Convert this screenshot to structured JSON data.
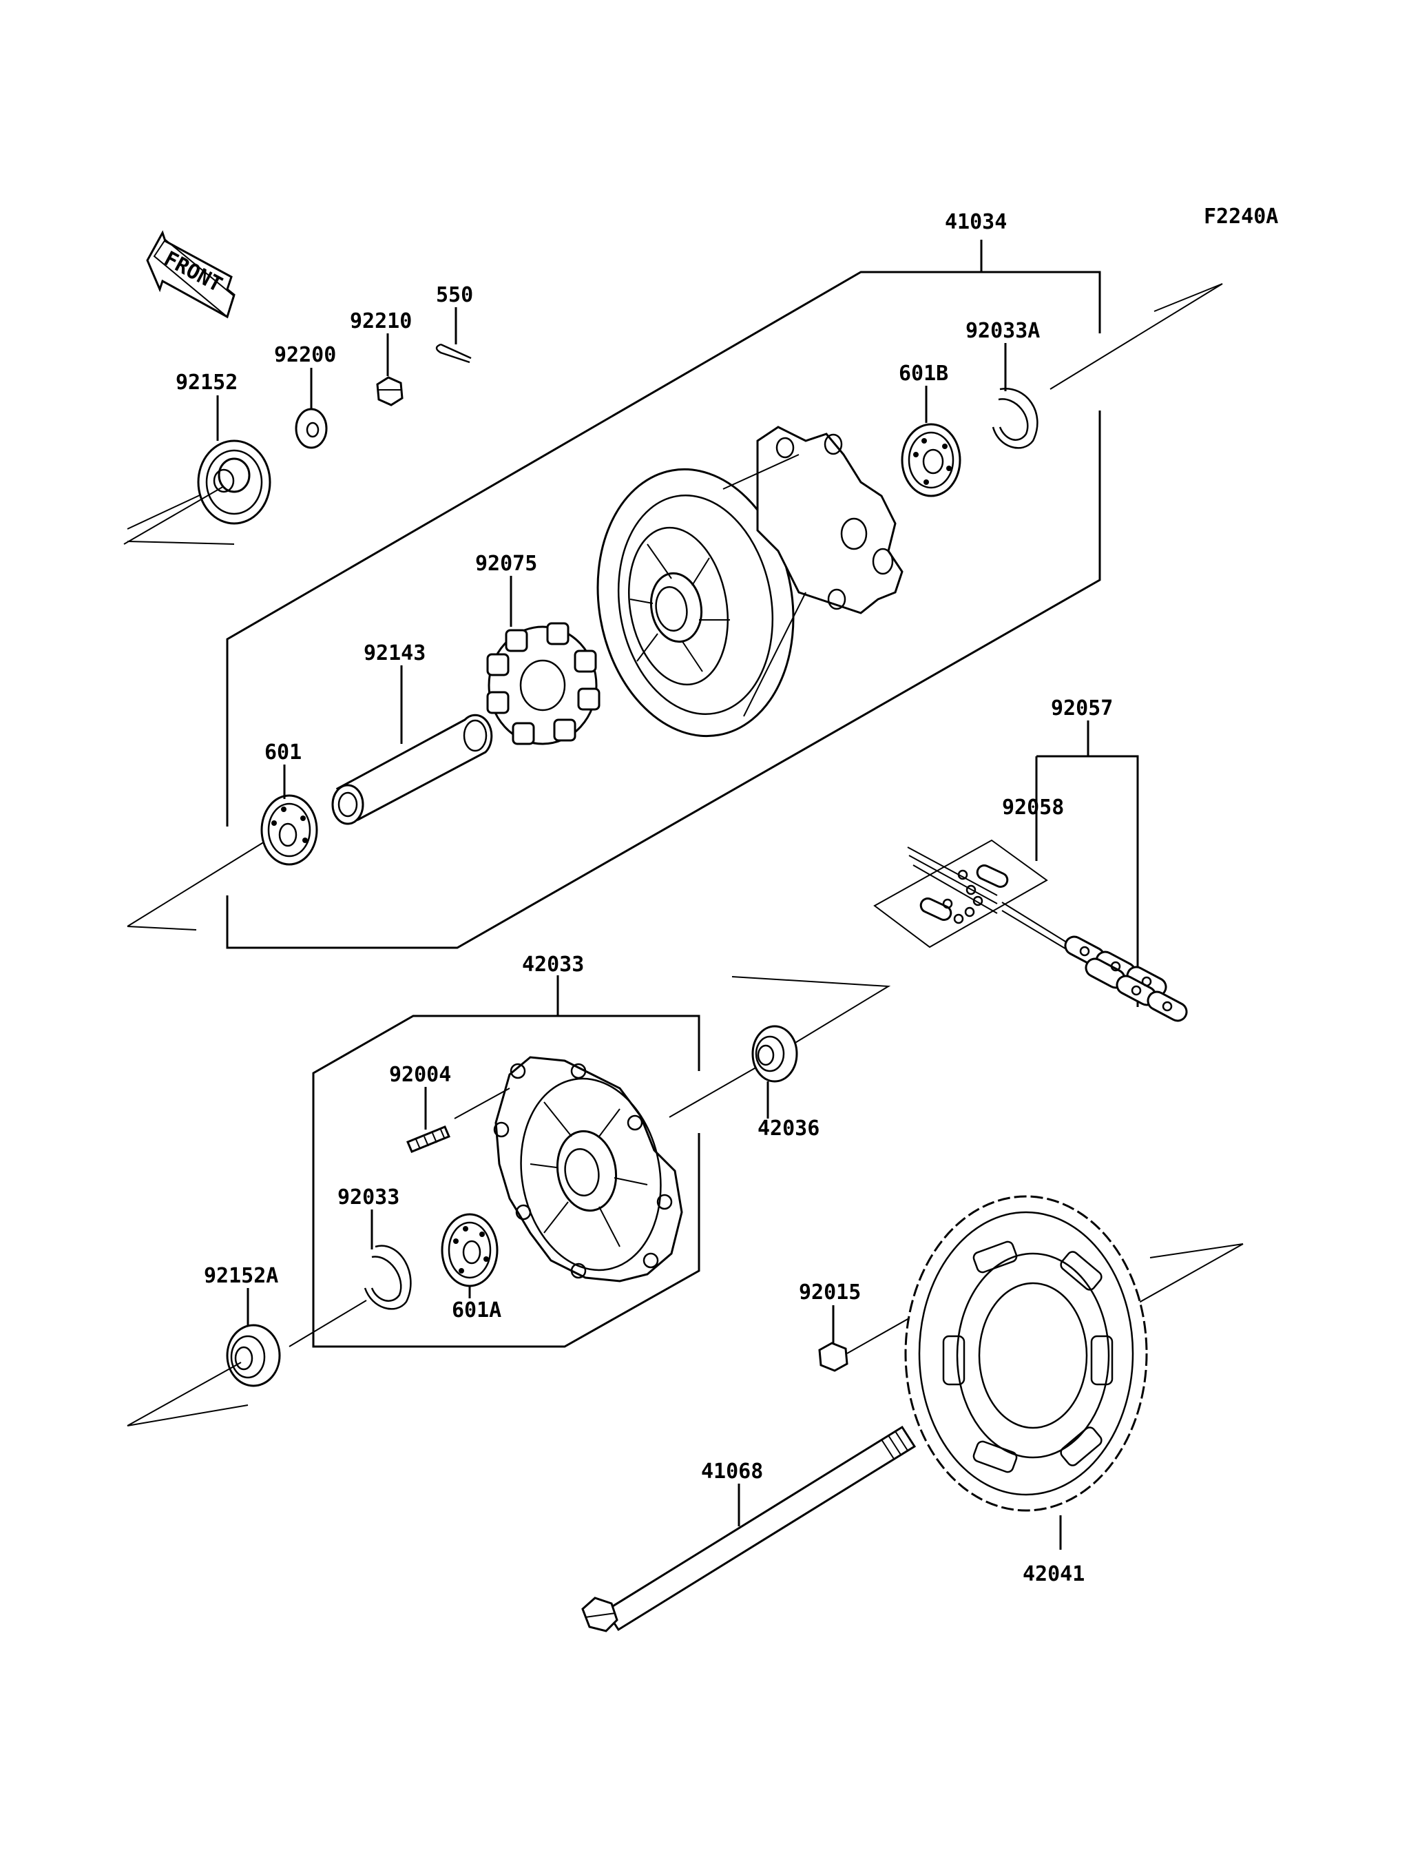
{
  "figure_code": "F2240A",
  "front_label": "FRONT",
  "labels": {
    "41034": "41034",
    "92033A": "92033A",
    "601B": "601B",
    "550": "550",
    "92210": "92210",
    "92200": "92200",
    "92152": "92152",
    "92075": "92075",
    "92143": "92143",
    "601": "601",
    "92057": "92057",
    "92058": "92058",
    "42033": "42033",
    "92004": "92004",
    "42036": "42036",
    "92033": "92033",
    "601A": "601A",
    "92152A": "92152A",
    "92015": "92015",
    "41068": "41068",
    "42041": "42041"
  }
}
